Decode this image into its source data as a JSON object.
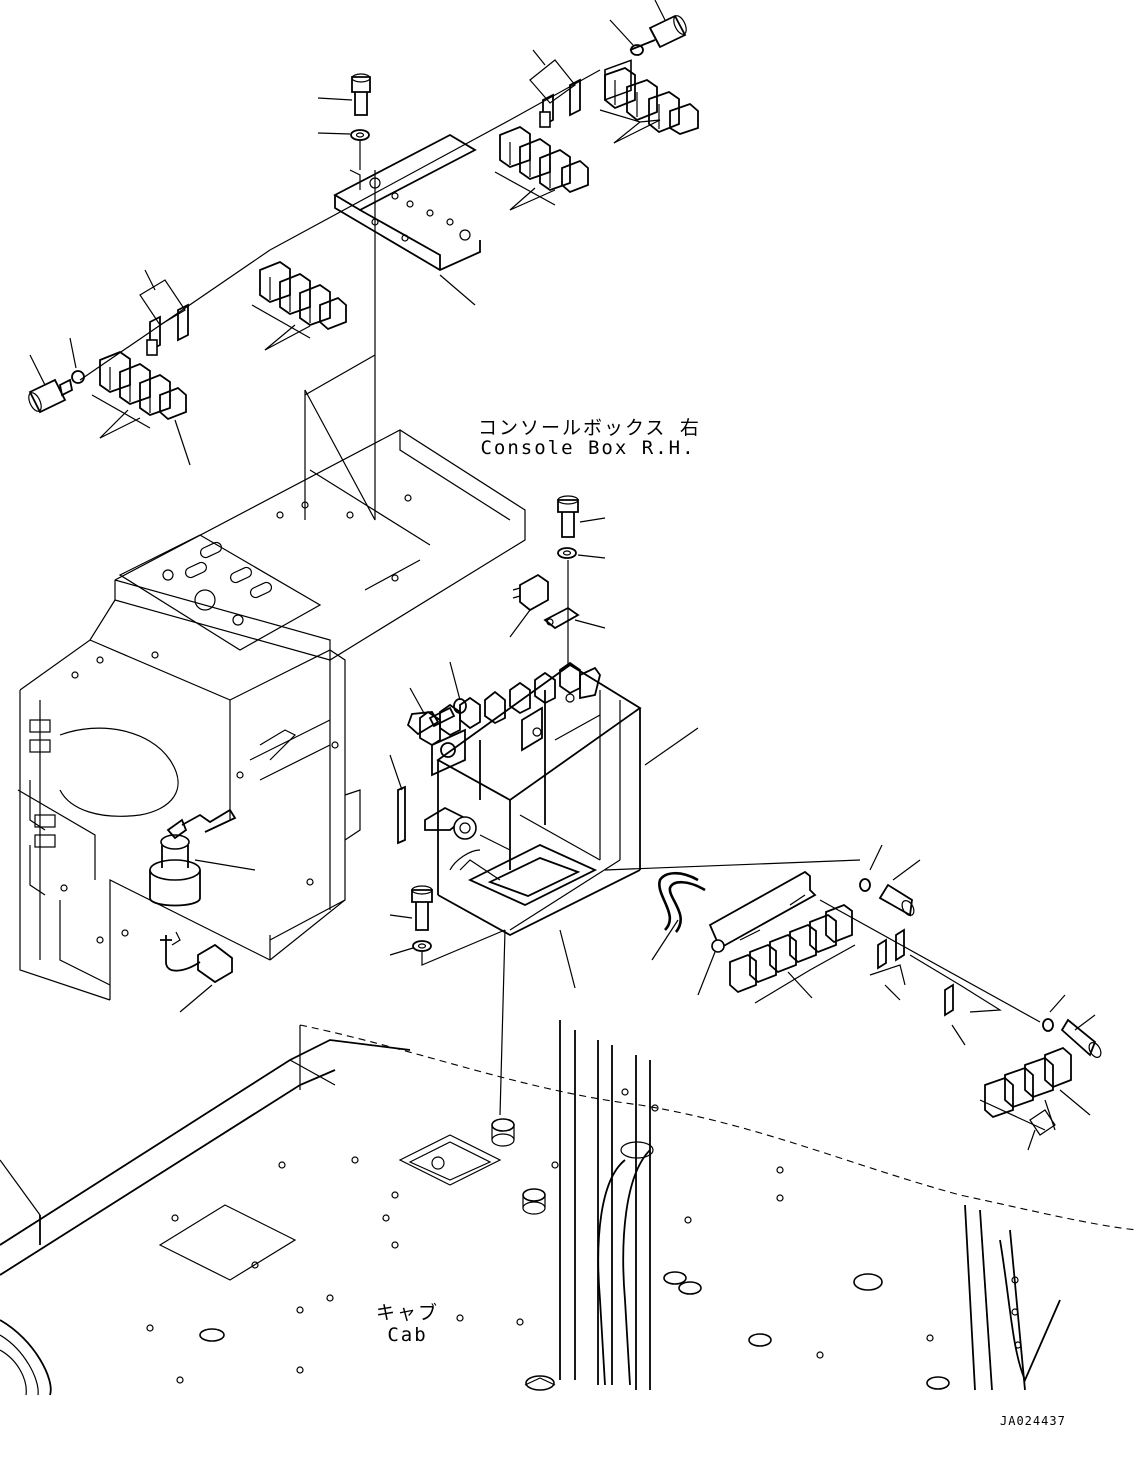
{
  "labels": {
    "console_box_jp": "コンソールボックス 右",
    "console_box_en": "Console Box R.H.",
    "cab_jp": "キャブ",
    "cab_en": "Cab"
  },
  "figure_number": "JA024437"
}
